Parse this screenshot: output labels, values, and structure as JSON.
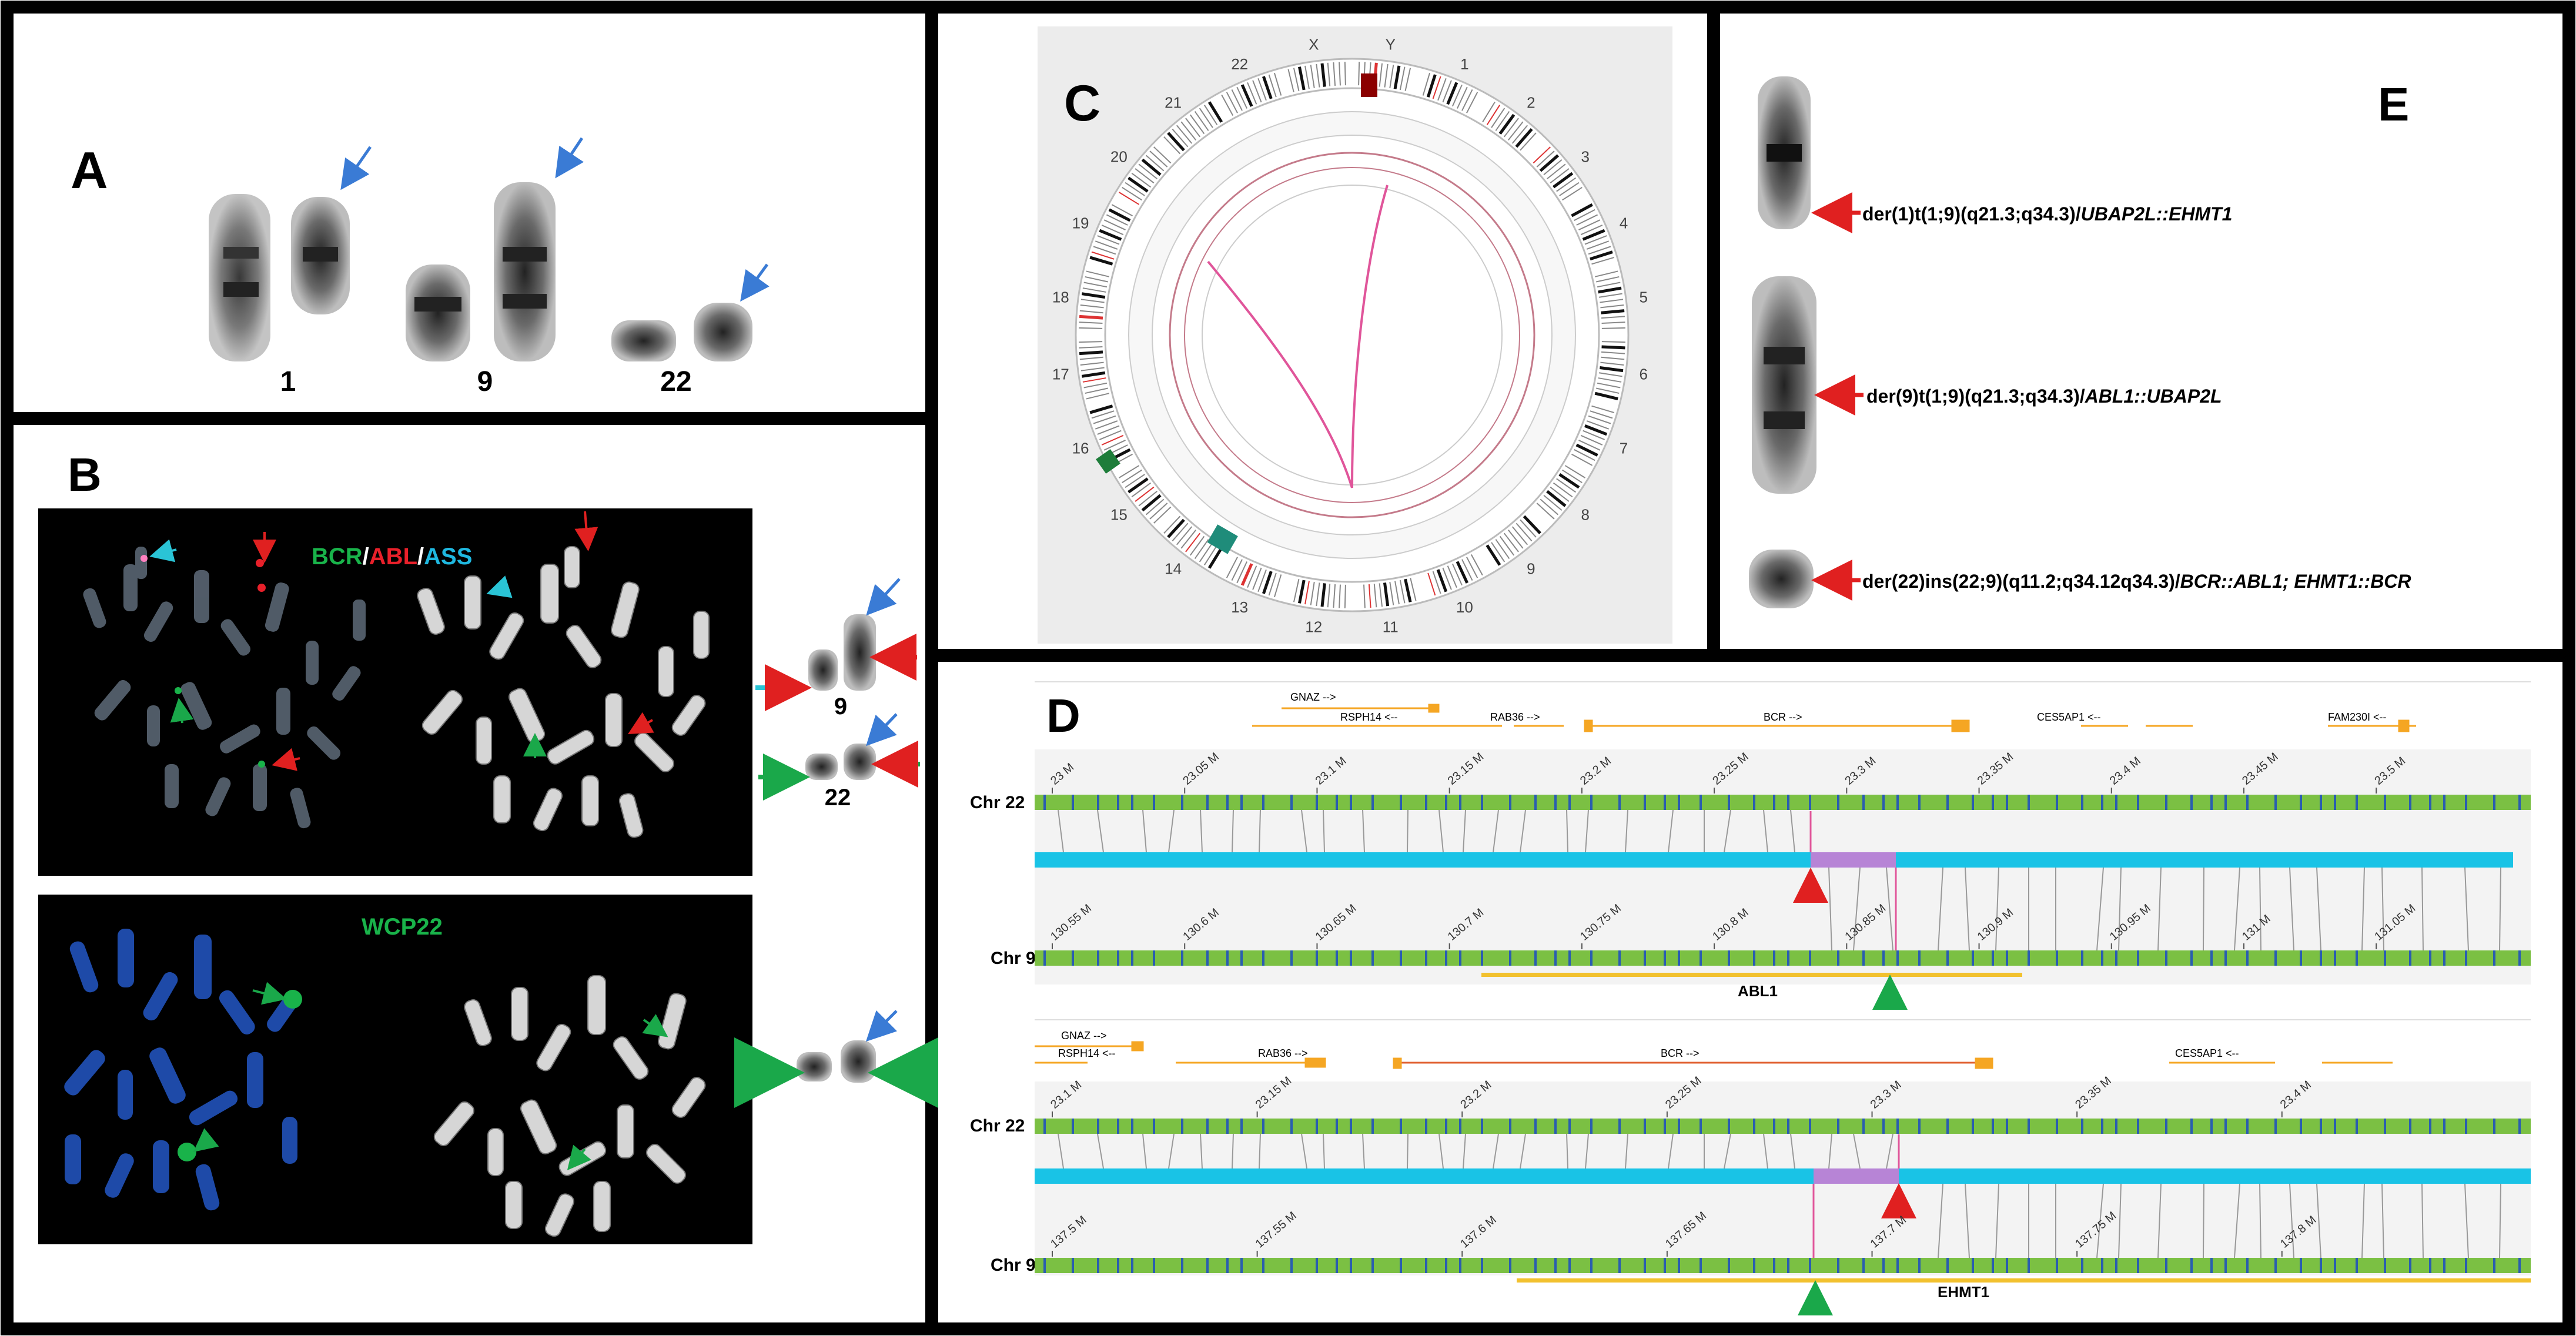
{
  "panels": {
    "A": {
      "letter": "A",
      "chrom_labels": [
        "1",
        "9",
        "22"
      ]
    },
    "B": {
      "letter": "B",
      "probe_title": {
        "part1": "BCR",
        "sep1": "/",
        "part2": "ABL",
        "sep2": "/",
        "part3": "ASS"
      },
      "wcp_title": "WCP22",
      "side_labels": [
        "9",
        "22"
      ]
    },
    "C": {
      "letter": "C",
      "circos_labels": [
        "Y",
        "1",
        "2",
        "3",
        "4",
        "5",
        "6",
        "7",
        "8",
        "9",
        "10",
        "11",
        "12",
        "13",
        "14",
        "15",
        "16",
        "17",
        "18",
        "19",
        "20",
        "21",
        "22",
        "X"
      ]
    },
    "D": {
      "letter": "D",
      "top": {
        "genes": [
          {
            "name": "GNAZ -->"
          },
          {
            "name": "RSPH14 <--"
          },
          {
            "name": "RAB36 -->"
          },
          {
            "name": "BCR -->"
          },
          {
            "name": "CES5AP1 <--"
          },
          {
            "name": "FAM230I <--"
          }
        ],
        "chr22_label": "Chr 22",
        "chr22_ticks": [
          "23 M",
          "23.05 M",
          "23.1 M",
          "23.15 M",
          "23.2 M",
          "23.25 M",
          "23.3 M",
          "23.35 M",
          "23.4 M",
          "23.45 M",
          "23.5 M"
        ],
        "chr9_label": "Chr 9",
        "chr9_ticks": [
          "130.55 M",
          "130.6 M",
          "130.65 M",
          "130.7 M",
          "130.75 M",
          "130.8 M",
          "130.85 M",
          "130.9 M",
          "130.95 M",
          "131 M",
          "131.05 M"
        ],
        "gene_bar_label": "ABL1"
      },
      "bottom": {
        "genes": [
          {
            "name": "GNAZ -->"
          },
          {
            "name": "RSPH14 <--"
          },
          {
            "name": "RAB36 -->"
          },
          {
            "name": "BCR -->"
          },
          {
            "name": "CES5AP1 <--"
          }
        ],
        "chr22_label": "Chr 22",
        "chr22_ticks": [
          "23.1 M",
          "23.15 M",
          "23.2 M",
          "23.25 M",
          "23.3 M",
          "23.35 M",
          "23.4 M"
        ],
        "chr9_label": "Chr 9",
        "chr9_ticks": [
          "137.5 M",
          "137.55 M",
          "137.6 M",
          "137.65 M",
          "137.7 M",
          "137.75 M",
          "137.8 M"
        ],
        "gene_bar_label": "EHMT1"
      }
    },
    "E": {
      "letter": "E",
      "annotations": [
        {
          "prefix": "der(1)t(1;9)(q21.3;q34.3)/",
          "italic": "UBAP2L::EHMT1"
        },
        {
          "prefix": "der(9)t(1;9)(q21.3;q34.3)/",
          "italic": "ABL1::UBAP2L"
        },
        {
          "prefix": "der(22)ins(22;9)(q11.2;q34.12q34.3)/",
          "italic": "BCR::ABL1; EHMT1::BCR"
        }
      ]
    }
  },
  "colors": {
    "track_green": "#7bc043",
    "track_blue": "#19c3e6",
    "fusion_purple": "#b784d6",
    "gene_orange": "#f5a623",
    "gene_bar_yellow": "#f2c12e",
    "arrow_red": "#e02020",
    "arrow_green": "#1aa84a",
    "arrow_blue": "#3a7bd5",
    "arrow_cyan": "#2ac4d6",
    "link_pink": "#e0559a",
    "bcr_green": "#19b34a",
    "abl_red": "#e8202a",
    "ass_cyan": "#1fb8e0"
  }
}
